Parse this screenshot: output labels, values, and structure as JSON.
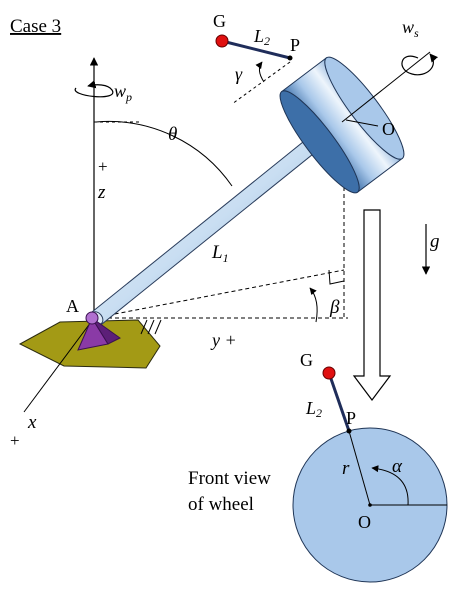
{
  "case_label": "Case 3",
  "labels": {
    "G_top": "G",
    "L2_top": "L",
    "L2_top_sub": "2",
    "P_top": "P",
    "ws": "w",
    "ws_sub": "s",
    "gamma": "γ",
    "O_top": "O",
    "wp": "w",
    "wp_sub": "p",
    "theta": "θ",
    "z_plus": "+",
    "z": "z",
    "L1": "L",
    "L1_sub": "1",
    "g": "g",
    "A": "A",
    "beta": "β",
    "y_plus": "y +",
    "x": "x",
    "x_plus": "+",
    "G_front": "G",
    "L2_front": "L",
    "L2_front_sub": "2",
    "P_front": "P",
    "r": "r",
    "alpha": "α",
    "front_view_line1": "Front view",
    "front_view_line2": "of wheel",
    "O_front": "O"
  },
  "colors": {
    "wheel_fill": "#a9c8ea",
    "rod_fill": "#c9def2",
    "ground_fill": "#a39a15",
    "pivot_fill": "#8a3aa6",
    "mass_point": "#e01010",
    "link_line": "#1f2d5a"
  }
}
